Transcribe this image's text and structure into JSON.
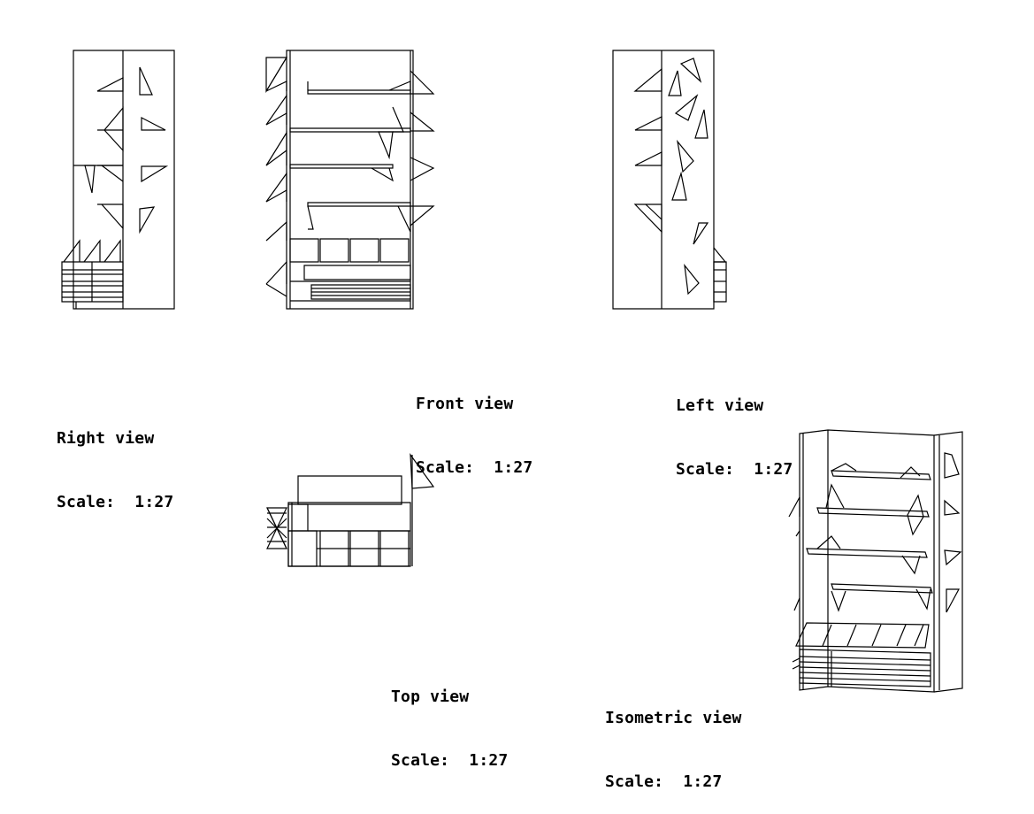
{
  "drawing": {
    "line_color": "#000000",
    "background_color": "#ffffff",
    "views": {
      "right": {
        "name": "Right view",
        "scale": "Scale:  1:27"
      },
      "front": {
        "name": "Front view",
        "scale": "Scale:  1:27"
      },
      "left": {
        "name": "Left view",
        "scale": "Scale:  1:27"
      },
      "top": {
        "name": "Top view",
        "scale": "Scale:  1:27"
      },
      "isometric": {
        "name": "Isometric view",
        "scale": "Scale:  1:27"
      }
    }
  }
}
